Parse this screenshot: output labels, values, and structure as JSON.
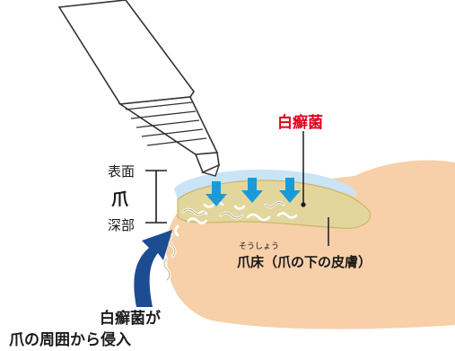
{
  "labels": {
    "fungus": "白癬菌",
    "surface": "表面",
    "nail": "爪",
    "deep": "深部",
    "nailbed_ruby": "そうしょう",
    "nailbed": "爪床（爪の下の皮膚）",
    "invasion_line1": "白癬菌が",
    "invasion_line2": "爪の周囲から侵入"
  },
  "colors": {
    "fungus_label": "#e1001a",
    "arrow_blue": "#1a9bd7",
    "invasion_arrow": "#1c4c92",
    "skin": "#f7cfa8",
    "nail": "#e3d69c",
    "nail_coat": "#c9e4f5"
  },
  "icons": [
    "medicine-tube-icon",
    "penetration-arrow-icon",
    "invasion-arrow-icon",
    "fungus-hyphae-icon"
  ]
}
